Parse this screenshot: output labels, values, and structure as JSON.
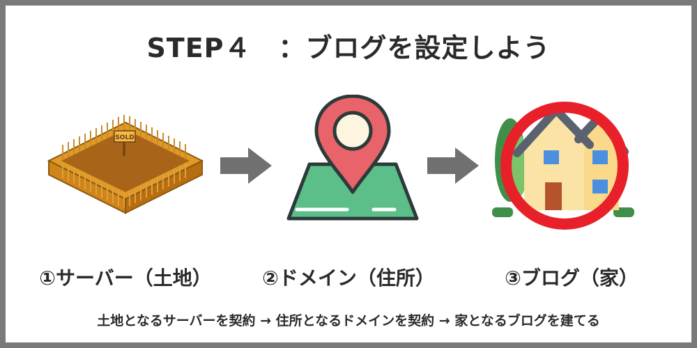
{
  "title": "STEP４　：ブログを設定しよう",
  "steps": [
    {
      "label": "①サーバー（土地）",
      "icon": "land-plot-icon",
      "sign": "SOLD"
    },
    {
      "label": "②ドメイン（住所）",
      "icon": "map-pin-icon"
    },
    {
      "label": "③ブログ（家）",
      "icon": "house-icon"
    }
  ],
  "caption": "土地となるサーバーを契約 → 住所となるドメインを契約 → 家となるブログを建てる",
  "colors": {
    "frame": "#7a7a7a",
    "arrow": "#707070",
    "land_top": "#c07a1c",
    "land_side": "#d9901f",
    "pin": "#e8636a",
    "map": "#5cbf8a",
    "house_wall": "#fbe3a6",
    "roof": "#5a6270",
    "circle": "#e8202a",
    "window": "#4a8fe0",
    "door": "#b5542c"
  }
}
